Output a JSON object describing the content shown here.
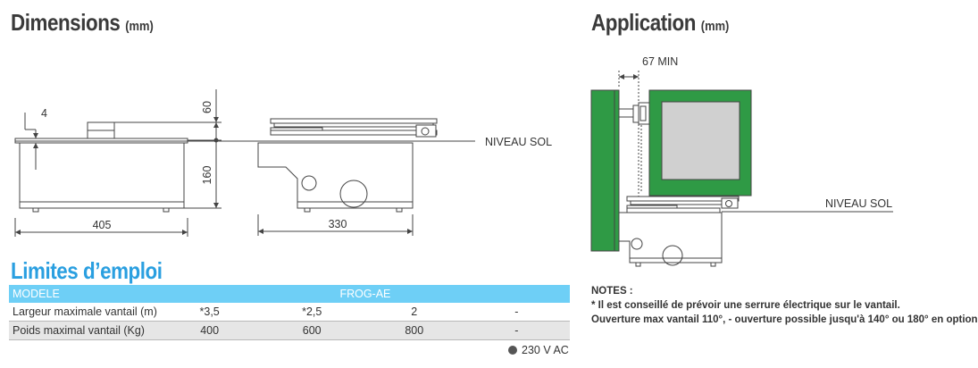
{
  "dimensions": {
    "title": "Dimensions",
    "unit": "(mm)"
  },
  "application": {
    "title": "Application",
    "unit": "(mm)"
  },
  "labels": {
    "dim_4": "4",
    "dim_60": "60",
    "dim_160": "160",
    "dim_405": "405",
    "dim_330": "330",
    "dim_67": "67 MIN",
    "niveau_sol_1": "NIVEAU SOL",
    "niveau_sol_2": "NIVEAU SOL"
  },
  "limits": {
    "title": "Limites d’emploi",
    "header": {
      "label": "MODELE",
      "model": "FROG-AE"
    },
    "rows": [
      {
        "label": "Largeur maximale vantail (m)",
        "values": [
          "*3,5",
          "*2,5",
          "2",
          "-"
        ]
      },
      {
        "label": "Poids maximal vantail (Kg)",
        "values": [
          "400",
          "600",
          "800",
          "-"
        ]
      }
    ],
    "power": "230 V AC"
  },
  "notes": {
    "title": "NOTES :",
    "line1": "* Il est conseillé de prévoir une serrure électrique sur le vantail.",
    "line2": "Ouverture max vantail 110°, - ouverture possible jusqu'à 140° ou 180° en option"
  },
  "colors": {
    "green": "#2f9a45",
    "blue_title": "#2a9fe0",
    "table_header": "#6ecff6"
  }
}
